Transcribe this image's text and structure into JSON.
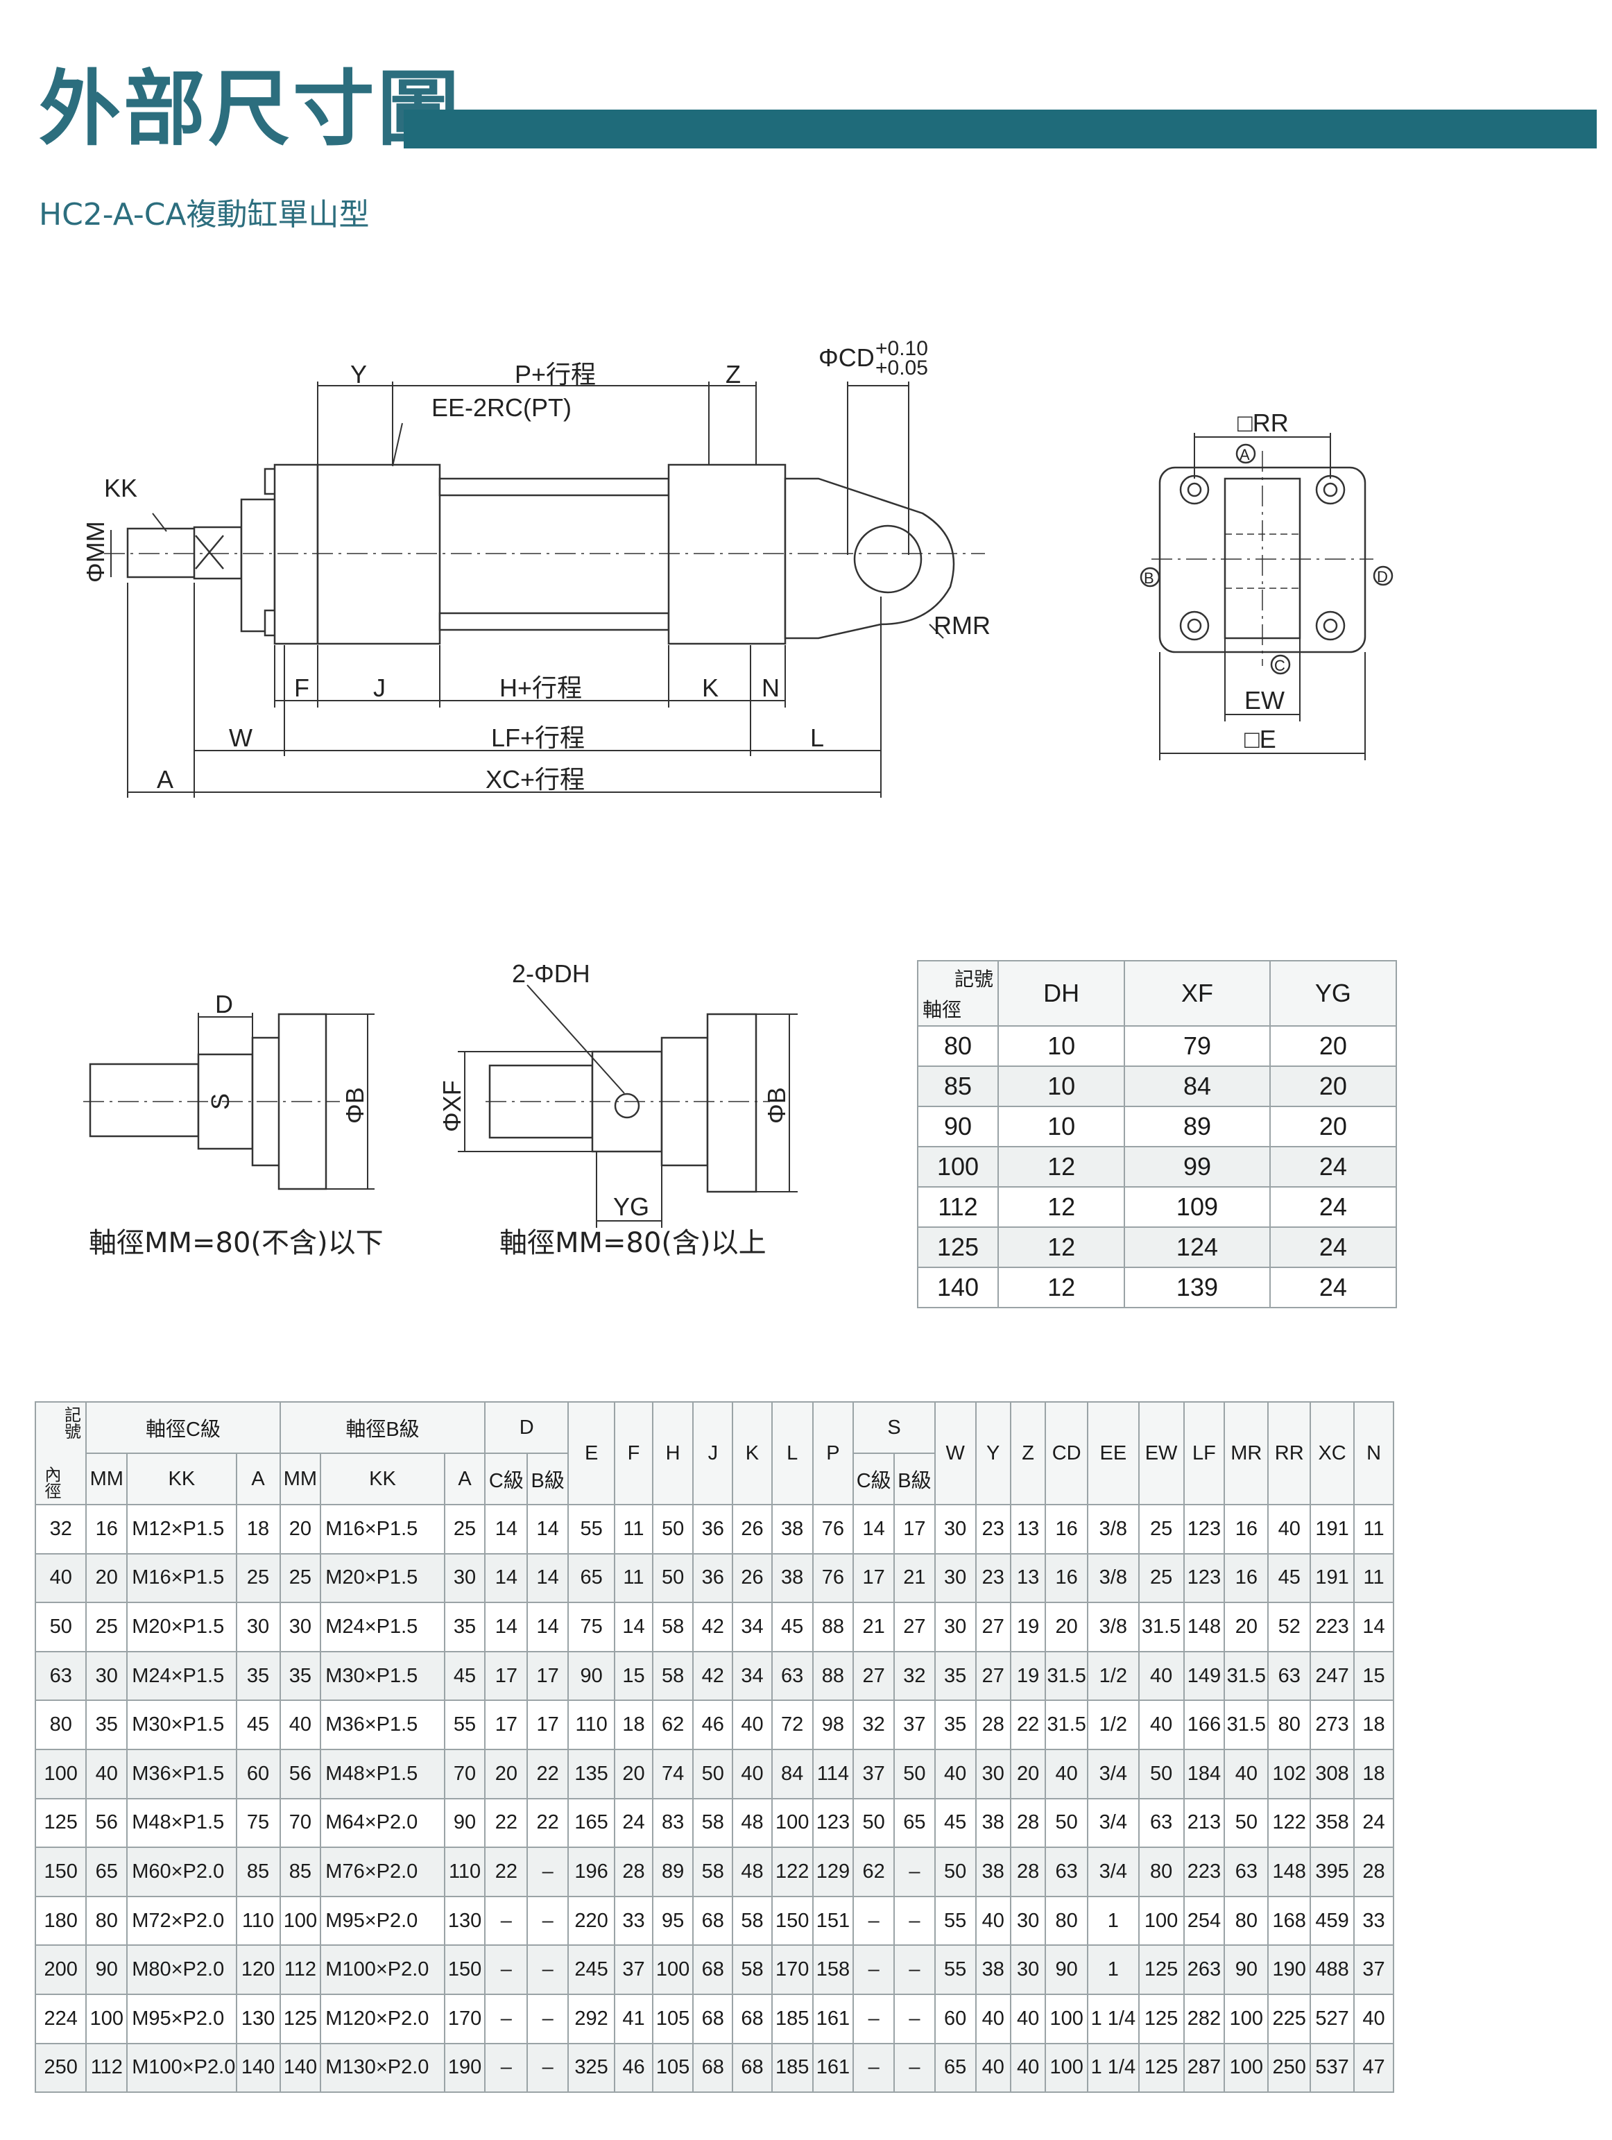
{
  "header": {
    "title": "外部尺寸圖",
    "subtitle": "HC2-A-CA複動缸單山型"
  },
  "drawing": {
    "labels": {
      "Y": "Y",
      "P": "P+行程",
      "Z": "Z",
      "CD": "ΦCD",
      "CD_tol_up": "+0.10",
      "CD_tol_lo": "+0.05",
      "EE": "EE-2RC(PT)",
      "KK": "KK",
      "MM": "ΦMM",
      "RMR": "RMR",
      "F": "F",
      "J": "J",
      "H": "H+行程",
      "K": "K",
      "N": "N",
      "W": "W",
      "LF": "LF+行程",
      "L": "L",
      "A": "A",
      "XC": "XC+行程",
      "RR": "□RR",
      "EW": "EW",
      "E": "□E",
      "port_a": "A",
      "port_b": "B",
      "port_c": "C",
      "port_d": "D"
    },
    "rod_detail": {
      "D": "D",
      "S": "S",
      "B1": "ΦB",
      "caption1": "軸徑MM=80(不含)以下",
      "DH": "2-ΦDH",
      "XF": "ΦXF",
      "B2": "ΦB",
      "YG": "YG",
      "caption2": "軸徑MM=80(含)以上"
    }
  },
  "dh_table": {
    "corner_top": "記號",
    "corner_bottom": "軸徑",
    "headers": [
      "DH",
      "XF",
      "YG"
    ],
    "rows": [
      [
        "80",
        "10",
        "79",
        "20"
      ],
      [
        "85",
        "10",
        "84",
        "20"
      ],
      [
        "90",
        "10",
        "89",
        "20"
      ],
      [
        "100",
        "12",
        "99",
        "24"
      ],
      [
        "112",
        "12",
        "109",
        "24"
      ],
      [
        "125",
        "12",
        "124",
        "24"
      ],
      [
        "140",
        "12",
        "139",
        "24"
      ]
    ]
  },
  "main_table": {
    "corner_top": "記號",
    "corner_bottom": "內徑",
    "group_c": "軸徑C級",
    "group_b": "軸徑B級",
    "group_d": "D",
    "group_s": "S",
    "sub": {
      "MM": "MM",
      "KK": "KK",
      "A": "A",
      "C": "C級",
      "B": "B級"
    },
    "cols": [
      "E",
      "F",
      "H",
      "J",
      "K",
      "L",
      "P",
      "W",
      "Y",
      "Z",
      "CD",
      "EE",
      "EW",
      "LF",
      "MR",
      "RR",
      "XC",
      "N"
    ],
    "rows": [
      [
        "32",
        "16",
        "M12×P1.5",
        "18",
        "20",
        "M16×P1.5",
        "25",
        "14",
        "14",
        "55",
        "11",
        "50",
        "36",
        "26",
        "38",
        "76",
        "14",
        "17",
        "30",
        "23",
        "13",
        "16",
        "3/8",
        "25",
        "123",
        "16",
        "40",
        "191",
        "11"
      ],
      [
        "40",
        "20",
        "M16×P1.5",
        "25",
        "25",
        "M20×P1.5",
        "30",
        "14",
        "14",
        "65",
        "11",
        "50",
        "36",
        "26",
        "38",
        "76",
        "17",
        "21",
        "30",
        "23",
        "13",
        "16",
        "3/8",
        "25",
        "123",
        "16",
        "45",
        "191",
        "11"
      ],
      [
        "50",
        "25",
        "M20×P1.5",
        "30",
        "30",
        "M24×P1.5",
        "35",
        "14",
        "14",
        "75",
        "14",
        "58",
        "42",
        "34",
        "45",
        "88",
        "21",
        "27",
        "30",
        "27",
        "19",
        "20",
        "3/8",
        "31.5",
        "148",
        "20",
        "52",
        "223",
        "14"
      ],
      [
        "63",
        "30",
        "M24×P1.5",
        "35",
        "35",
        "M30×P1.5",
        "45",
        "17",
        "17",
        "90",
        "15",
        "58",
        "42",
        "34",
        "63",
        "88",
        "27",
        "32",
        "35",
        "27",
        "19",
        "31.5",
        "1/2",
        "40",
        "149",
        "31.5",
        "63",
        "247",
        "15"
      ],
      [
        "80",
        "35",
        "M30×P1.5",
        "45",
        "40",
        "M36×P1.5",
        "55",
        "17",
        "17",
        "110",
        "18",
        "62",
        "46",
        "40",
        "72",
        "98",
        "32",
        "37",
        "35",
        "28",
        "22",
        "31.5",
        "1/2",
        "40",
        "166",
        "31.5",
        "80",
        "273",
        "18"
      ],
      [
        "100",
        "40",
        "M36×P1.5",
        "60",
        "56",
        "M48×P1.5",
        "70",
        "20",
        "22",
        "135",
        "20",
        "74",
        "50",
        "40",
        "84",
        "114",
        "37",
        "50",
        "40",
        "30",
        "20",
        "40",
        "3/4",
        "50",
        "184",
        "40",
        "102",
        "308",
        "18"
      ],
      [
        "125",
        "56",
        "M48×P1.5",
        "75",
        "70",
        "M64×P2.0",
        "90",
        "22",
        "22",
        "165",
        "24",
        "83",
        "58",
        "48",
        "100",
        "123",
        "50",
        "65",
        "45",
        "38",
        "28",
        "50",
        "3/4",
        "63",
        "213",
        "50",
        "122",
        "358",
        "24"
      ],
      [
        "150",
        "65",
        "M60×P2.0",
        "85",
        "85",
        "M76×P2.0",
        "110",
        "22",
        "–",
        "196",
        "28",
        "89",
        "58",
        "48",
        "122",
        "129",
        "62",
        "–",
        "50",
        "38",
        "28",
        "63",
        "3/4",
        "80",
        "223",
        "63",
        "148",
        "395",
        "28"
      ],
      [
        "180",
        "80",
        "M72×P2.0",
        "110",
        "100",
        "M95×P2.0",
        "130",
        "–",
        "–",
        "220",
        "33",
        "95",
        "68",
        "58",
        "150",
        "151",
        "–",
        "–",
        "55",
        "40",
        "30",
        "80",
        "1",
        "100",
        "254",
        "80",
        "168",
        "459",
        "33"
      ],
      [
        "200",
        "90",
        "M80×P2.0",
        "120",
        "112",
        "M100×P2.0",
        "150",
        "–",
        "–",
        "245",
        "37",
        "100",
        "68",
        "58",
        "170",
        "158",
        "–",
        "–",
        "55",
        "38",
        "30",
        "90",
        "1",
        "125",
        "263",
        "90",
        "190",
        "488",
        "37"
      ],
      [
        "224",
        "100",
        "M95×P2.0",
        "130",
        "125",
        "M120×P2.0",
        "170",
        "–",
        "–",
        "292",
        "41",
        "105",
        "68",
        "68",
        "185",
        "161",
        "–",
        "–",
        "60",
        "40",
        "40",
        "100",
        "1 1/4",
        "125",
        "282",
        "100",
        "225",
        "527",
        "40"
      ],
      [
        "250",
        "112",
        "M100×P2.0",
        "140",
        "140",
        "M130×P2.0",
        "190",
        "–",
        "–",
        "325",
        "46",
        "105",
        "68",
        "68",
        "185",
        "161",
        "–",
        "–",
        "65",
        "40",
        "40",
        "100",
        "1 1/4",
        "125",
        "287",
        "100",
        "250",
        "537",
        "47"
      ]
    ]
  }
}
